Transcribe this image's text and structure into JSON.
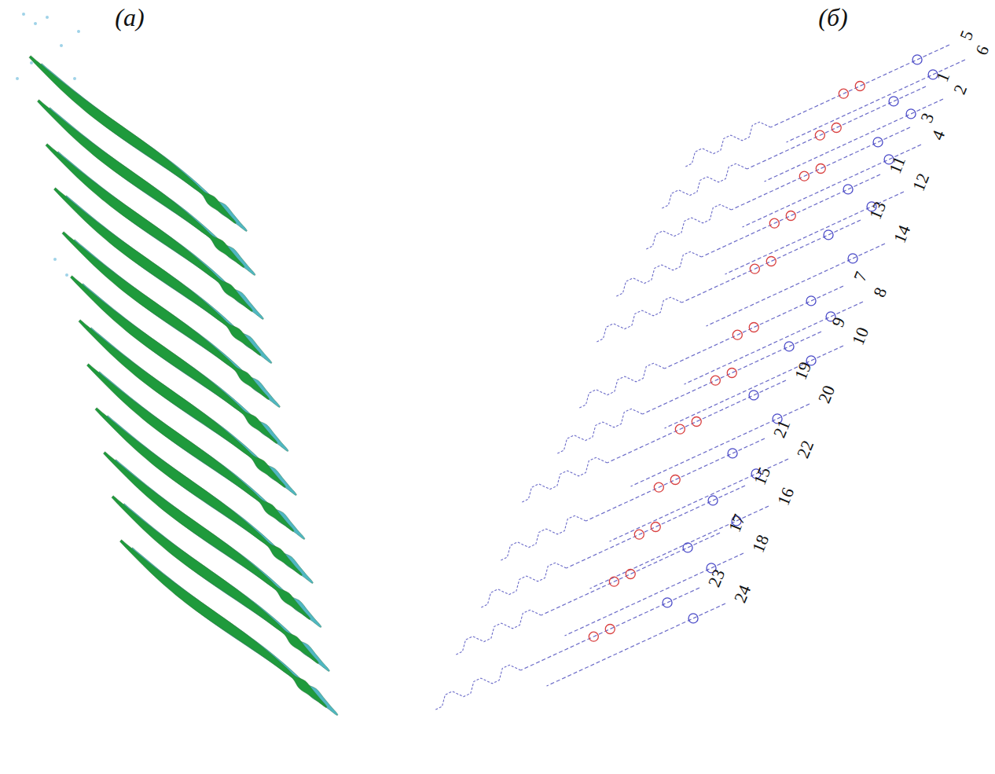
{
  "diagram": {
    "labels": [
      "(а)",
      "(б)",
      "5",
      "6",
      "1",
      "2",
      "3",
      "4",
      "11",
      "12",
      "13",
      "14",
      "7",
      "8",
      "9",
      "10",
      "19",
      "20",
      "21",
      "22",
      "15",
      "16",
      "17",
      "18",
      "23",
      "24"
    ]
  }
}
